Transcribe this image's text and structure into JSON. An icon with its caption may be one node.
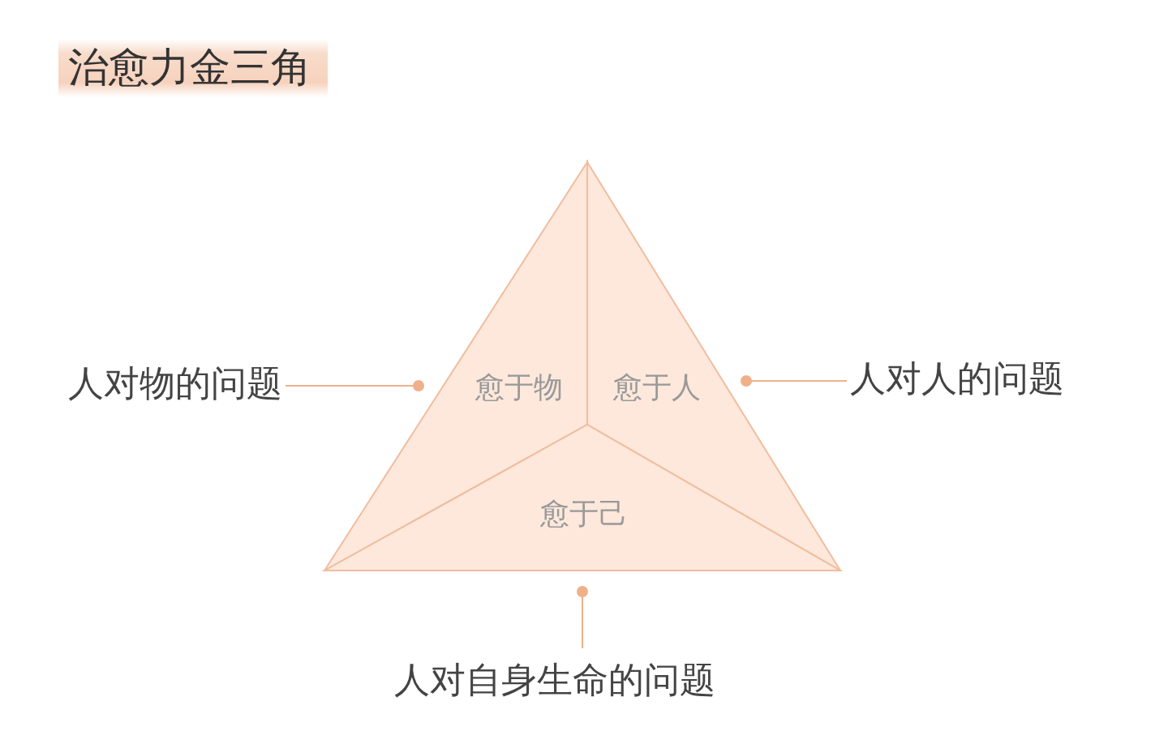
{
  "diagram": {
    "title": "治愈力金三角",
    "nodes": [
      {
        "text": [
          "愈于物"
        ]
      },
      {
        "text": [
          "愈于人"
        ]
      },
      {
        "text": [
          "愈于己"
        ]
      },
      {
        "text": [
          "人对物的问题"
        ]
      },
      {
        "text": [
          "人对人的问题"
        ]
      },
      {
        "text": [
          "人对自身生命的问题"
        ]
      }
    ],
    "edges": [
      {
        "from": 3,
        "to": 0,
        "arrow": "other"
      },
      {
        "from": 4,
        "to": 1,
        "arrow": "other"
      },
      {
        "from": 5,
        "to": 2,
        "arrow": "other"
      }
    ]
  }
}
